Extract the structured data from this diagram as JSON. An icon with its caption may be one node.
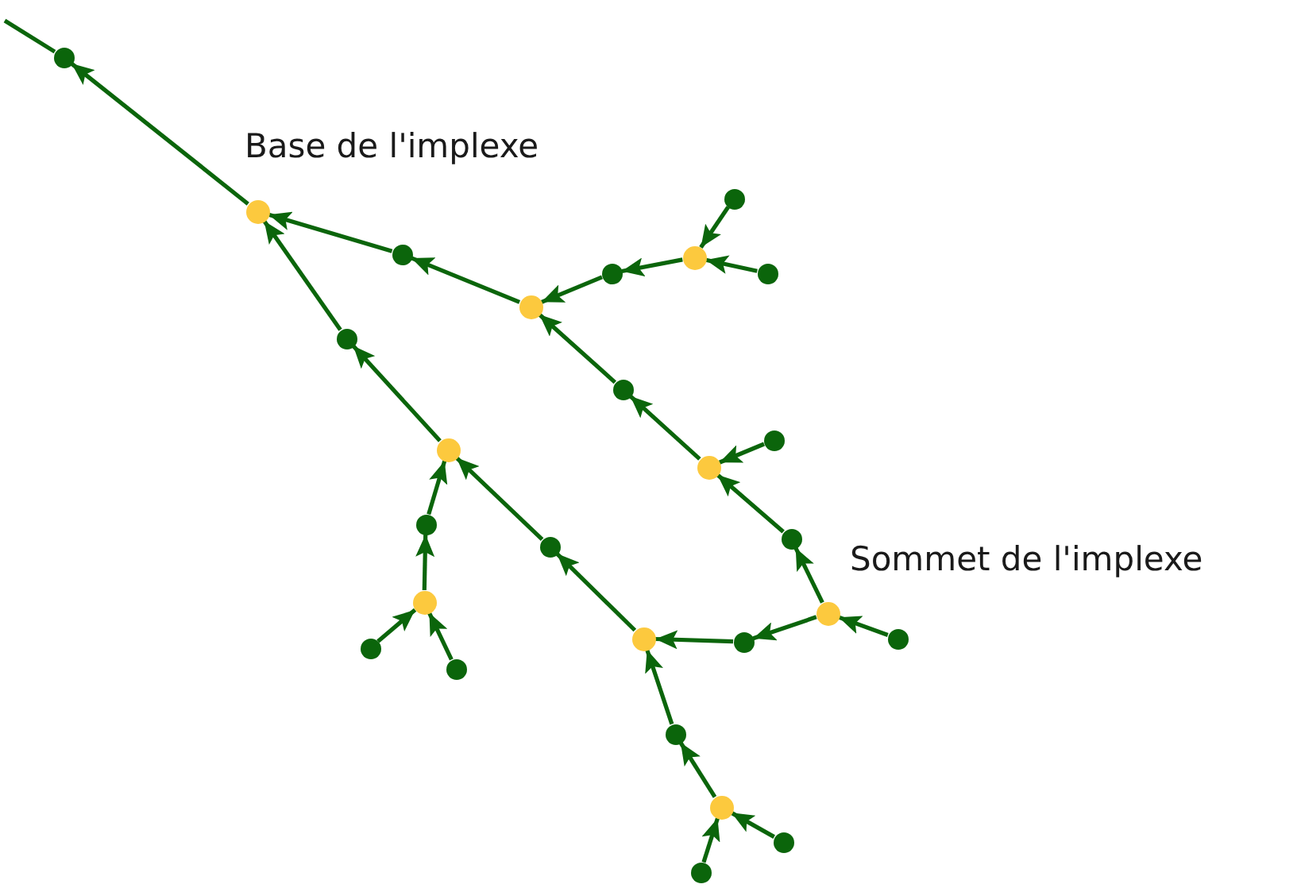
{
  "diagram": {
    "nodes": [
      {
        "text": [],
        "shape": "circle"
      },
      {
        "text": [],
        "shape": "circle",
        "beside": [
          "Base de l'implexe"
        ]
      },
      {
        "text": [],
        "shape": "circle"
      },
      {
        "text": [],
        "shape": "circle"
      },
      {
        "text": [],
        "shape": "circle"
      },
      {
        "text": [],
        "shape": "circle"
      },
      {
        "text": [],
        "shape": "circle"
      },
      {
        "text": [],
        "shape": "circle"
      },
      {
        "text": [],
        "shape": "circle"
      },
      {
        "text": [],
        "shape": "circle"
      },
      {
        "text": [],
        "shape": "circle"
      },
      {
        "text": [],
        "shape": "circle"
      },
      {
        "text": [],
        "shape": "circle"
      },
      {
        "text": [],
        "shape": "circle"
      },
      {
        "text": [],
        "shape": "circle"
      },
      {
        "text": [],
        "shape": "circle"
      },
      {
        "text": [],
        "shape": "circle"
      },
      {
        "text": [],
        "shape": "circle"
      },
      {
        "text": [],
        "shape": "circle"
      },
      {
        "text": [],
        "shape": "circle"
      },
      {
        "text": [],
        "shape": "circle",
        "beside": [
          "Sommet de l'implexe"
        ]
      },
      {
        "text": [],
        "shape": "circle"
      },
      {
        "text": [],
        "shape": "circle"
      },
      {
        "text": [],
        "shape": "circle"
      },
      {
        "text": [],
        "shape": "circle"
      },
      {
        "text": [],
        "shape": "circle"
      },
      {
        "text": [],
        "shape": "circle"
      }
    ],
    "edges": [
      {
        "from": 1,
        "to": 0,
        "arrow": "to"
      },
      {
        "from": 0,
        "to": null,
        "arrow": "none"
      },
      {
        "from": 2,
        "to": 1,
        "arrow": "to"
      },
      {
        "from": 3,
        "to": 2,
        "arrow": "to"
      },
      {
        "from": 4,
        "to": 3,
        "arrow": "to"
      },
      {
        "from": 5,
        "to": 4,
        "arrow": "to"
      },
      {
        "from": 6,
        "to": 5,
        "arrow": "to"
      },
      {
        "from": 7,
        "to": 5,
        "arrow": "to"
      },
      {
        "from": 8,
        "to": 1,
        "arrow": "to"
      },
      {
        "from": 12,
        "to": 8,
        "arrow": "to"
      },
      {
        "from": 9,
        "to": 3,
        "arrow": "to"
      },
      {
        "from": 10,
        "to": 9,
        "arrow": "to"
      },
      {
        "from": 11,
        "to": 10,
        "arrow": "to"
      },
      {
        "from": 21,
        "to": 10,
        "arrow": "to"
      },
      {
        "from": 20,
        "to": 21,
        "arrow": "to"
      },
      {
        "from": 13,
        "to": 12,
        "arrow": "to"
      },
      {
        "from": 14,
        "to": 13,
        "arrow": "to"
      },
      {
        "from": 15,
        "to": 14,
        "arrow": "to"
      },
      {
        "from": 16,
        "to": 14,
        "arrow": "to"
      },
      {
        "from": 17,
        "to": 12,
        "arrow": "to"
      },
      {
        "from": 18,
        "to": 17,
        "arrow": "to"
      },
      {
        "from": 19,
        "to": 18,
        "arrow": "to"
      },
      {
        "from": 20,
        "to": 19,
        "arrow": "to"
      },
      {
        "from": 22,
        "to": 20,
        "arrow": "to"
      },
      {
        "from": 23,
        "to": 18,
        "arrow": "to"
      },
      {
        "from": 24,
        "to": 23,
        "arrow": "to"
      },
      {
        "from": 25,
        "to": 24,
        "arrow": "to"
      },
      {
        "from": 26,
        "to": 24,
        "arrow": "to"
      }
    ]
  }
}
